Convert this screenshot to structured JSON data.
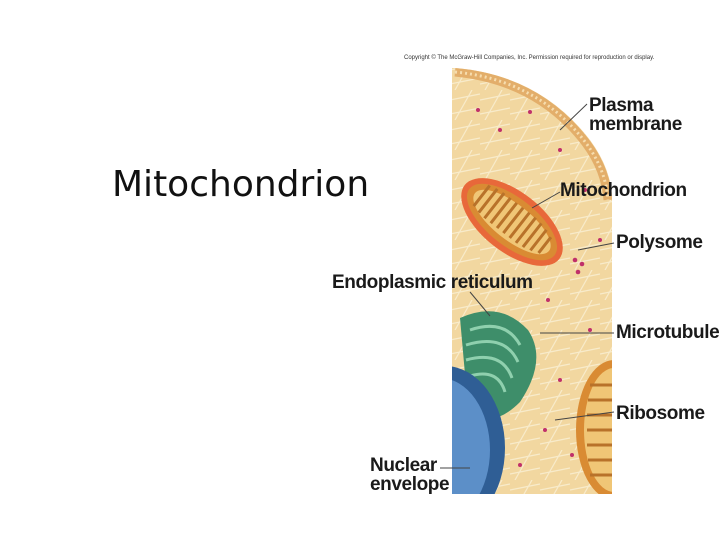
{
  "slide": {
    "title": "Mitochondrion"
  },
  "figure": {
    "copyright": "Copyright © The McGraw-Hill Companies, Inc. Permission required for reproduction or display.",
    "labels": {
      "plasma_membrane": "Plasma\nmembrane",
      "mitochondrion": "Mitochondrion",
      "polysome": "Polysome",
      "endoplasmic_reticulum": "Endoplasmic reticulum",
      "microtubule": "Microtubule",
      "ribosome": "Ribosome",
      "nuclear_envelope": "Nuclear\nenvelope"
    },
    "colors": {
      "cytoplasm": "#F2D7A0",
      "membrane": "#E3AE6A",
      "mitochondrion": "#D98B33",
      "endoplasmic_reticulum": "#3E8E6A",
      "nucleus": "#4F7FB8",
      "ribosome": "#C0306A"
    }
  }
}
